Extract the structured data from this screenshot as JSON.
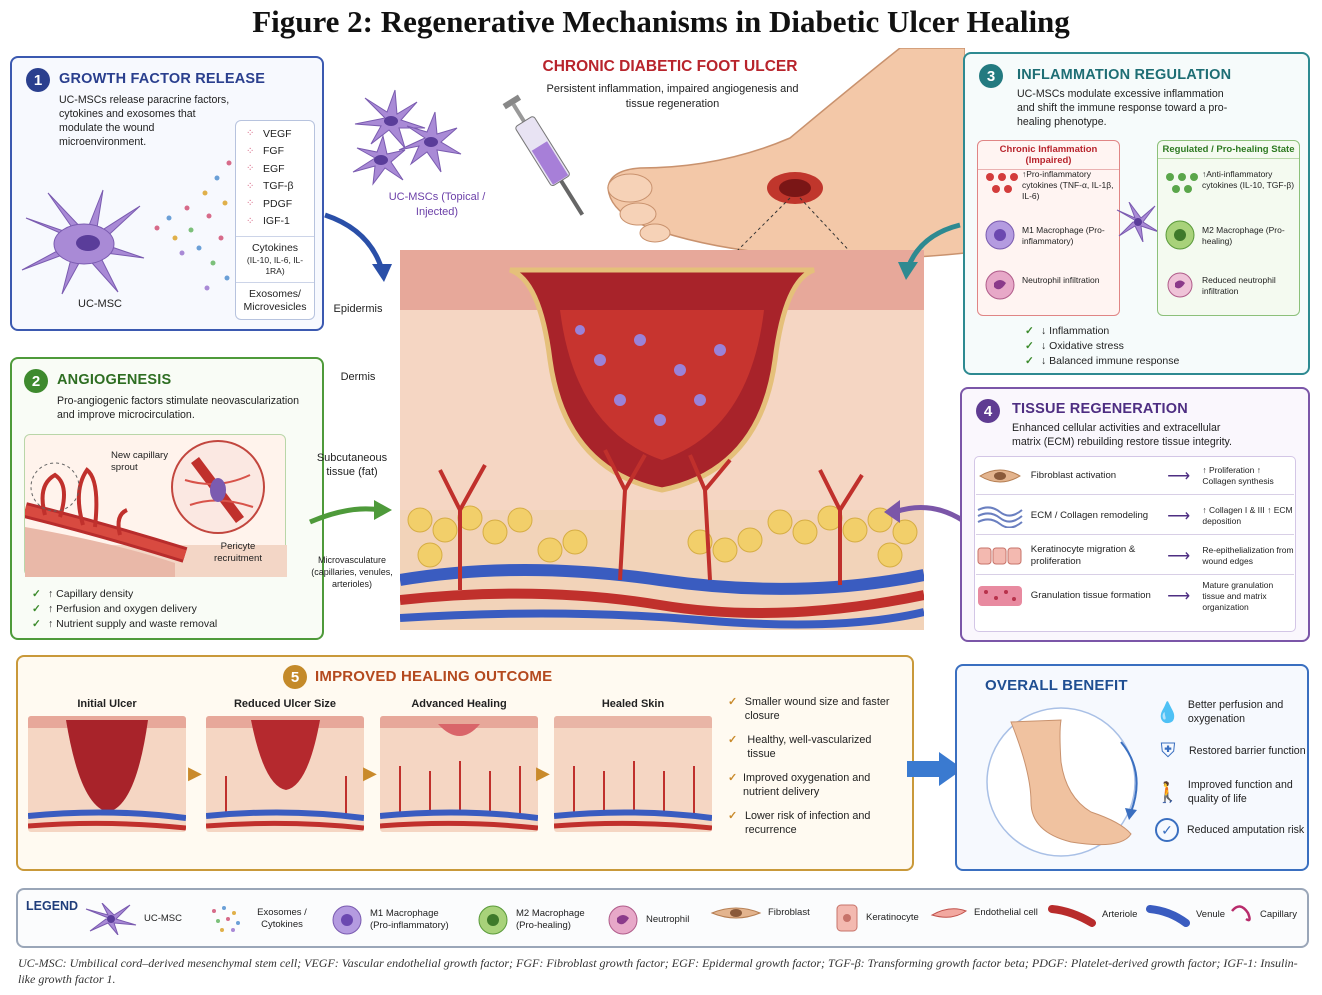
{
  "title": "Figure 2: Regenerative Mechanisms in Diabetic Ulcer Healing",
  "center": {
    "heading": "CHRONIC DIABETIC FOOT ULCER",
    "subtitle": "Persistent inflammation, impaired angiogenesis and tissue regeneration",
    "msc_label": "UC-MSCs (Topical / Injected)",
    "layers": [
      "Epidermis",
      "Dermis",
      "Subcutaneous tissue (fat)",
      "Microvasculature (capillaries, venules, arterioles)"
    ]
  },
  "panel1": {
    "number": "1",
    "title": "GROWTH FACTOR RELEASE",
    "text": "UC-MSCs release paracrine factors, cytokines and exosomes that modulate the wound microenvironment.",
    "factors": [
      "VEGF",
      "FGF",
      "EGF",
      "TGF-β",
      "PDGF",
      "IGF-1"
    ],
    "cytokines": "Cytokines",
    "cytokines_detail": "(IL-10, IL-6, IL-1RA)",
    "exosomes": "Exosomes/ Microvesicles",
    "cell_label": "UC-MSC"
  },
  "panel2": {
    "number": "2",
    "title": "ANGIOGENESIS",
    "text": "Pro-angiogenic factors stimulate neovascularization and improve microcirculation.",
    "sprout_label": "New capillary sprout",
    "pericyte_label": "Pericyte recruitment",
    "checks": [
      "↑ Capillary density",
      "↑ Perfusion and oxygen delivery",
      "↑ Nutrient supply and waste removal"
    ]
  },
  "panel3": {
    "number": "3",
    "title": "INFLAMMATION REGULATION",
    "text": "UC-MSCs modulate excessive inflammation and shift the immune response toward a pro-healing phenotype.",
    "left_head": "Chronic Inflammation (Impaired)",
    "right_head": "Regulated / Pro-healing State",
    "left_items": [
      "↑Pro-inflammatory cytokines (TNF-α, IL-1β, IL-6)",
      "M1 Macrophage (Pro-inflammatory)",
      "Neutrophil infiltration"
    ],
    "right_items": [
      "↑Anti-inflammatory cytokines (IL-10, TGF-β)",
      "M2 Macrophage (Pro-healing)",
      "Reduced neutrophil infiltration"
    ],
    "checks": [
      "↓ Inflammation",
      "↓ Oxidative stress",
      "↓ Balanced immune response"
    ]
  },
  "panel4": {
    "number": "4",
    "title": "TISSUE REGENERATION",
    "text": "Enhanced cellular activities and extracellular matrix (ECM) rebuilding restore tissue integrity.",
    "rows": [
      {
        "left": "Fibroblast activation",
        "right": "↑ Proliferation ↑ Collagen synthesis"
      },
      {
        "left": "ECM / Collagen remodeling",
        "right": "↑ Collagen I & III ↑ ECM deposition"
      },
      {
        "left": "Keratinocyte migration & proliferation",
        "right": "Re-epithelialization from wound edges"
      },
      {
        "left": "Granulation tissue formation",
        "right": "Mature granulation tissue and matrix organization"
      }
    ]
  },
  "panel5": {
    "number": "5",
    "title": "IMPROVED HEALING OUTCOME",
    "stages": [
      "Initial Ulcer",
      "Reduced Ulcer Size",
      "Advanced Healing",
      "Healed Skin"
    ],
    "outcomes": [
      "Smaller wound size and faster closure",
      "Healthy, well-vascularized tissue",
      "Improved oxygenation and nutrient delivery",
      "Lower risk of infection and recurrence"
    ]
  },
  "panel6": {
    "title": "OVERALL BENEFIT",
    "benefits": [
      "Better perfusion and oxygenation",
      "Restored barrier function",
      "Improved function and quality of life",
      "Reduced amputation risk"
    ]
  },
  "legend": {
    "title": "LEGEND",
    "items": [
      "UC-MSC",
      "Exosomes / Cytokines",
      "M1 Macrophage (Pro-inflammatory)",
      "M2 Macrophage (Pro-healing)",
      "Neutrophil",
      "Fibroblast",
      "Keratinocyte",
      "Endothelial cell",
      "Arteriole",
      "Venule",
      "Capillary"
    ]
  },
  "footnote": "UC-MSC: Umbilical cord–derived mesenchymal stem cell; VEGF: Vascular endothelial growth factor; FGF: Fibroblast growth factor; EGF: Epidermal growth factor; TGF-β: Transforming growth factor beta; PDGF: Platelet-derived growth factor; IGF-1: Insulin-like growth factor 1.",
  "colors": {
    "p1": "#3b59b0",
    "p2": "#4e9a3a",
    "p3": "#2e8a91",
    "p4": "#7b56a8",
    "p5": "#c9993a",
    "p6": "#3a6fc0",
    "ulcer": "#b8242c"
  }
}
